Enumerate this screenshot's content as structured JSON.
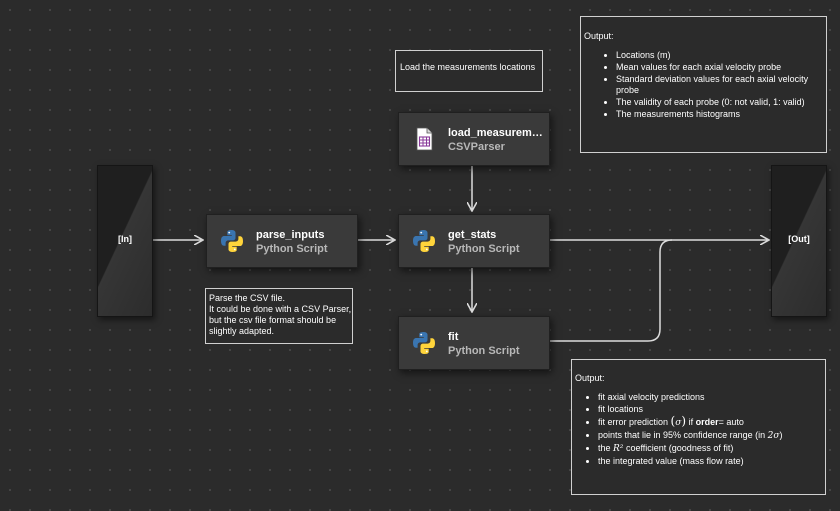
{
  "ports": {
    "in_label": "[In]",
    "out_label": "[Out]"
  },
  "nodes": {
    "load": {
      "title": "load_measurements",
      "subtitle": "CSVParser",
      "icon": "csv-file-icon"
    },
    "parse": {
      "title": "parse_inputs",
      "subtitle": "Python Script",
      "icon": "python-icon"
    },
    "stats": {
      "title": "get_stats",
      "subtitle": "Python Script",
      "icon": "python-icon"
    },
    "fit": {
      "title": "fit",
      "subtitle": "Python Script",
      "icon": "python-icon"
    }
  },
  "notes": {
    "load_note": "Load the measurements locations",
    "parse_note": {
      "line1": "Parse the CSV file.",
      "line2": "It could be done with a CSV Parser, but the csv file format should be slightly adapted."
    },
    "stats_output": {
      "heading": "Output:",
      "items": [
        "Locations (m)",
        "Mean values for each axial velocity probe",
        "Standard deviation values for each axial velocity probe",
        "The validity of each probe (0: not valid, 1: valid)",
        "The measurements histograms"
      ]
    },
    "fit_output": {
      "heading": "Output:",
      "item1": "fit axial velocity predictions",
      "item2": "fit locations",
      "item3_pre": "fit error prediction",
      "item3_sym": "σ",
      "item3_mid": "if",
      "item3_bold": "order",
      "item3_post": "= auto",
      "item4_pre": "points that lie in 95% confidence range (in",
      "item4_sym": "2σ",
      "item4_post": ")",
      "item5_pre": "the",
      "item5_sym": "R²",
      "item5_post": "coefficient (goodness of fit)",
      "item6": "the integrated value (mass flow rate)"
    }
  },
  "colors": {
    "canvas": "#2b2b2b",
    "node": "#3a3a3a",
    "port": "#1f1f1f",
    "wire": "#dcdcdc",
    "python_blue": "#3a75b0",
    "python_yellow": "#ffd43b",
    "csv_purple": "#8a3b9a"
  }
}
